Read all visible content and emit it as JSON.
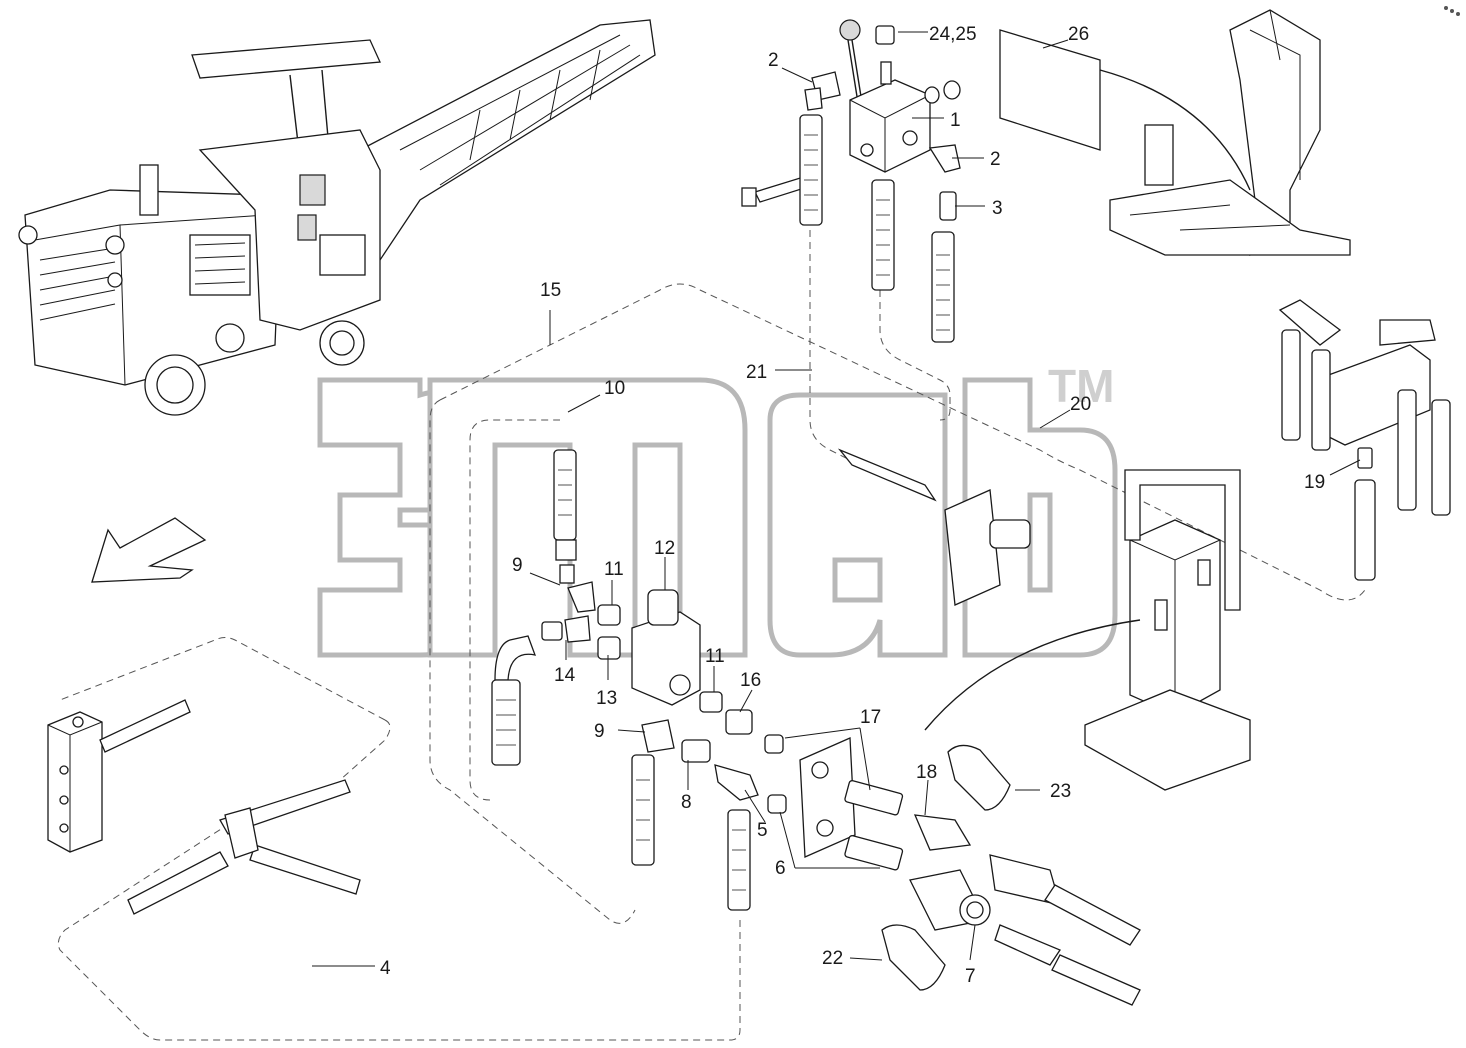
{
  "watermark": {
    "trademark": "TM"
  },
  "callouts": [
    {
      "id": "c1",
      "label": "1"
    },
    {
      "id": "c2a",
      "label": "2"
    },
    {
      "id": "c2b",
      "label": "2"
    },
    {
      "id": "c3",
      "label": "3"
    },
    {
      "id": "c4",
      "label": "4"
    },
    {
      "id": "c5",
      "label": "5"
    },
    {
      "id": "c6",
      "label": "6"
    },
    {
      "id": "c7",
      "label": "7"
    },
    {
      "id": "c8",
      "label": "8"
    },
    {
      "id": "c9a",
      "label": "9"
    },
    {
      "id": "c9b",
      "label": "9"
    },
    {
      "id": "c10",
      "label": "10"
    },
    {
      "id": "c11a",
      "label": "11"
    },
    {
      "id": "c11b",
      "label": "11"
    },
    {
      "id": "c12",
      "label": "12"
    },
    {
      "id": "c13",
      "label": "13"
    },
    {
      "id": "c14",
      "label": "14"
    },
    {
      "id": "c15",
      "label": "15"
    },
    {
      "id": "c16",
      "label": "16"
    },
    {
      "id": "c17",
      "label": "17"
    },
    {
      "id": "c18",
      "label": "18"
    },
    {
      "id": "c19",
      "label": "19"
    },
    {
      "id": "c20",
      "label": "20"
    },
    {
      "id": "c21",
      "label": "21"
    },
    {
      "id": "c22",
      "label": "22"
    },
    {
      "id": "c23",
      "label": "23"
    },
    {
      "id": "c2425",
      "label": "24,25"
    },
    {
      "id": "c26",
      "label": "26"
    }
  ]
}
